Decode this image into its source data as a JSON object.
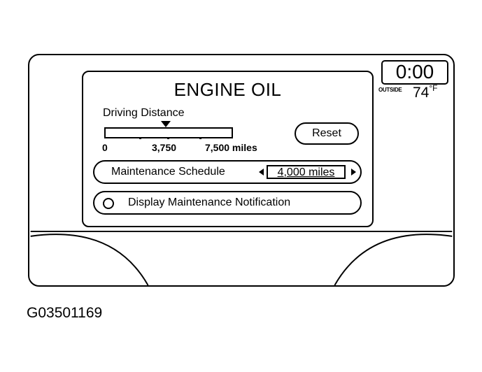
{
  "screen": {
    "title": "ENGINE OIL",
    "driving_distance": {
      "label": "Driving Distance",
      "scale_start": "0",
      "scale_mid": "3,750",
      "scale_end": "7,500 miles",
      "current_fraction": 0.48
    },
    "reset_label": "Reset",
    "maintenance_schedule": {
      "label": "Maintenance Schedule",
      "value": "4,000 miles"
    },
    "notification": {
      "label": "Display Maintenance Notification"
    }
  },
  "status": {
    "clock": "0:00",
    "outside_label": "OUTSIDE",
    "outside_temp": "74",
    "temp_unit": "°F"
  },
  "figure_id": "G03501169"
}
